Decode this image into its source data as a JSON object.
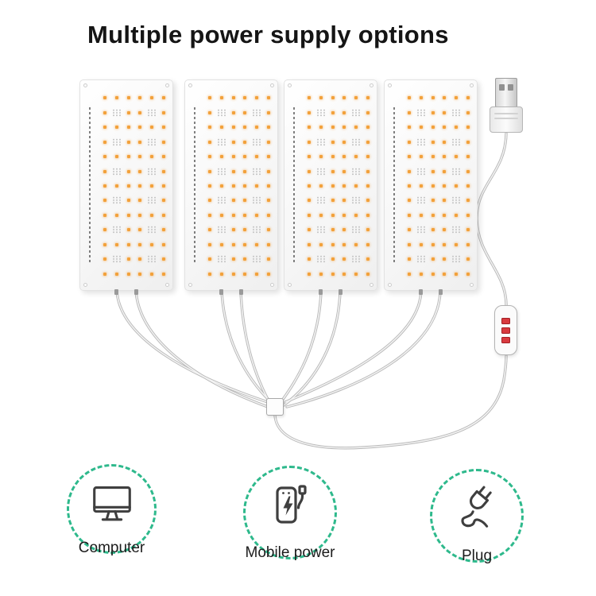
{
  "title": "Multiple power supply options",
  "panels": {
    "count": 4,
    "led_color": "#F2A13B"
  },
  "cable_controller": {
    "buttons": 3,
    "button_color": "#D93A3F"
  },
  "options": [
    {
      "label": "Computer",
      "icon": "computer-icon"
    },
    {
      "label": "Mobile power",
      "icon": "power-bank-icon"
    },
    {
      "label": "Plug",
      "icon": "plug-icon"
    }
  ],
  "colors": {
    "accent": "#2EB98C",
    "led_orange": "#F2A13B",
    "button_red": "#D93A3F"
  }
}
